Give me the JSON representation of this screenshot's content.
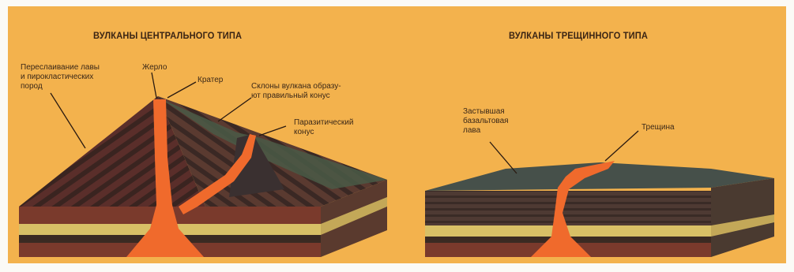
{
  "diagrams": {
    "left": {
      "title": "ВУЛКАНЫ ЦЕНТРАЛЬНОГО ТИПА",
      "labels": {
        "alternation": "Переслаивание лавы\nи пирокластических\nпород",
        "vent": "Жерло",
        "crater": "Кратер",
        "slopes": "Склоны вулкана образу-\nют правильный конус",
        "parasitic": "Паразитический\nконус"
      }
    },
    "right": {
      "title": "ВУЛКАНЫ ТРЕЩИННОГО ТИПА",
      "labels": {
        "basalt": "Застывшая\nбазальтовая\nлава",
        "fissure": "Трещина"
      }
    }
  },
  "colors": {
    "background": "#f3b24d",
    "lava": "#f06a2c",
    "rock_dark": "#4a2c28",
    "rock_red": "#7a3a2c",
    "sand": "#d8c066",
    "slope_green": "#4a5a46"
  }
}
